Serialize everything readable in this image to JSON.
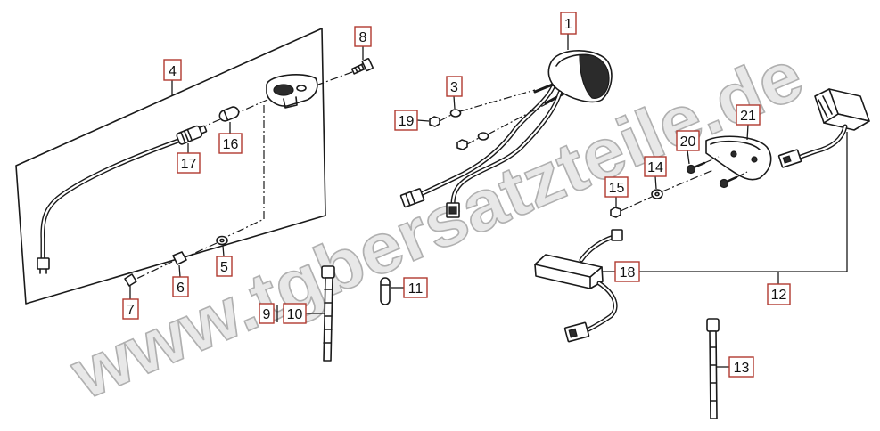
{
  "diagram": {
    "watermark": "www.tgbersatzteile.de",
    "callouts": {
      "c1": "1",
      "c3": "3",
      "c4": "4",
      "c5": "5",
      "c6": "6",
      "c7": "7",
      "c8": "8",
      "c9": "9",
      "c10": "10",
      "c11": "11",
      "c12": "12",
      "c13": "13",
      "c14": "14",
      "c15": "15",
      "c16": "16",
      "c17": "17",
      "c18": "18",
      "c19": "19",
      "c20": "20",
      "c21": "21"
    }
  },
  "colors": {
    "callout_border": "#b0392f",
    "line_art": "#1a1a1a",
    "watermark_fill": "#e4e4e4",
    "watermark_stroke": "#a3a3a3",
    "background": "#ffffff"
  }
}
